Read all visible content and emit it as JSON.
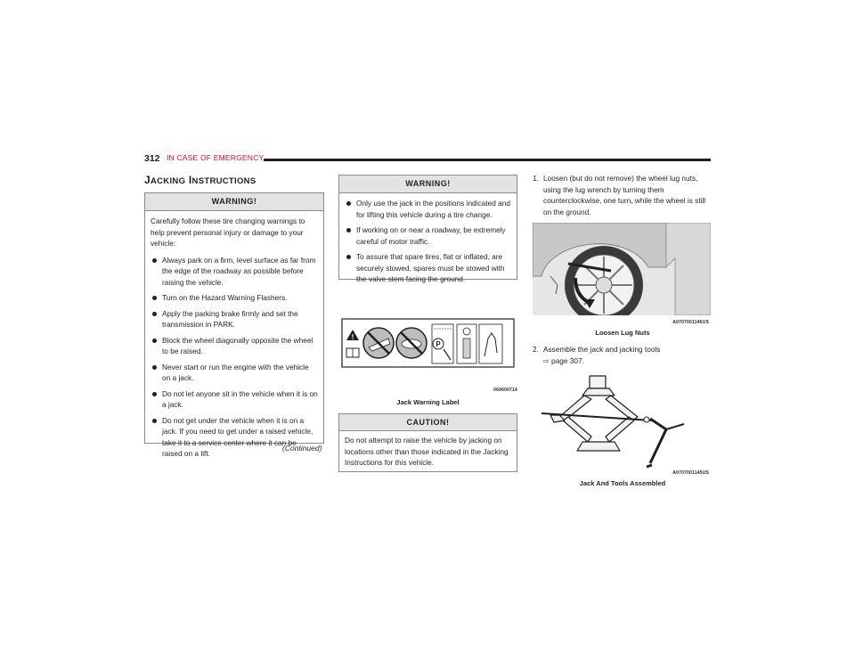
{
  "header": {
    "page_number": "312",
    "section": "IN CASE OF EMERGENCY"
  },
  "title": {
    "J": "J",
    "acking": "ACKING",
    "I": "I",
    "nstructions": "NSTRUCTIONS"
  },
  "warning1": {
    "heading": "WARNING!",
    "intro": "Carefully follow these tire changing warnings to help prevent personal injury or damage to your vehicle:",
    "items": [
      "Always park on a firm, level surface as far from the edge of the roadway as possible before raising the vehicle.",
      "Turn on the Hazard Warning Flashers.",
      "Apply the parking brake firmly and set the transmission in PARK.",
      "Block the wheel diagonally opposite the wheel to be raised.",
      "Never start or run the engine with the vehicle on a jack.",
      "Do not let anyone sit in the vehicle when it is on a jack.",
      "Do not get under the vehicle when it is on a jack. If you need to get under a raised vehicle, take it to a service center where it can be raised on a lift."
    ]
  },
  "continued": "(Continued)",
  "warning2": {
    "heading": "WARNING!",
    "items": [
      "Only use the jack in the positions indicated and for lifting this vehicle during a tire change.",
      "If working on or near a roadway, be extremely careful of motor traffic.",
      "To assure that spare tires, flat or inflated, are securely stowed, spares must be stowed with the valve stem facing the ground."
    ]
  },
  "jack_label": {
    "code": "060600714",
    "caption": "Jack Warning Label"
  },
  "caution": {
    "heading": "CAUTION!",
    "text": "Do not attempt to raise the vehicle by jacking on locations other than those indicated in the Jacking Instructions for this vehicle."
  },
  "steps": [
    {
      "num": "1.",
      "text": "Loosen (but do not remove) the wheel lug nuts, using the lug wrench by turning them counterclockwise, one turn, while the wheel is still on the ground."
    },
    {
      "num": "2.",
      "text_a": "Assemble the jack and jacking tools",
      "ref_arrow": "⇨",
      "ref": "page 307."
    }
  ],
  "figure_lug": {
    "code": "A0707001146US",
    "caption": "Loosen Lug Nuts"
  },
  "figure_jack": {
    "code": "A0707001145US",
    "caption": "Jack And Tools Assembled"
  },
  "colors": {
    "accent_red": "#c8102e",
    "box_head_bg": "#e3e3e3",
    "text": "#231f20"
  }
}
